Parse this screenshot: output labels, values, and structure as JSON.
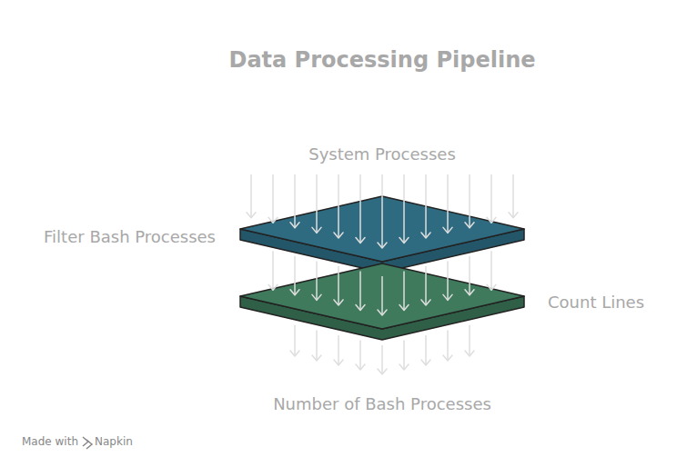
{
  "diagram": {
    "title": "Data Processing Pipeline",
    "nodes": [
      {
        "text": [
          "Filter Bash Processes"
        ]
      },
      {
        "text": [
          "Count Lines"
        ]
      }
    ],
    "labels": [
      "System Processes",
      "Number of Bash Processes",
      "Made with",
      "Napkin"
    ]
  }
}
